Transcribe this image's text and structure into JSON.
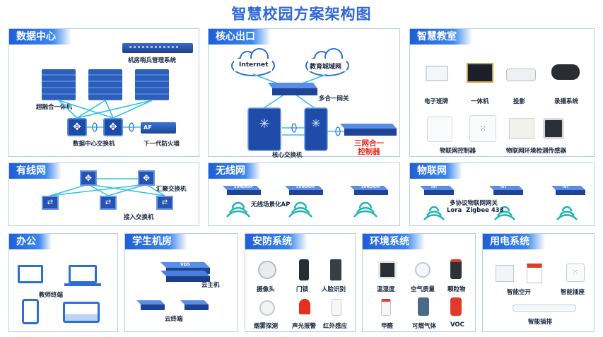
{
  "page_title": "智慧校园方案架构图",
  "data_center": {
    "tag": "数据中心",
    "sentinel": "机房哨兵管理系统",
    "hci": "超融合一体机",
    "switch": "数据中心交换机",
    "firewall": "下一代防火墙",
    "firewall_badge": "AF"
  },
  "core": {
    "tag": "核心出口",
    "internet": "Internet",
    "edu_net": "教育城域网",
    "gateway": "多合一网关",
    "core_switch": "核心交换机",
    "controller": "三网合一\n控制器"
  },
  "classroom": {
    "tag": "智慧教室",
    "items": [
      "电子班牌",
      "一体机",
      "投影",
      "录播系统"
    ],
    "iot_controller": "物联网控制器",
    "env_sensor": "物联网环境检测传感器"
  },
  "wired": {
    "tag": "有线网",
    "agg": "汇聚交换机",
    "access": "接入交换机"
  },
  "wireless": {
    "tag": "无线网",
    "ap": "无线场景化AP",
    "brand": "SUNDRAY"
  },
  "iot": {
    "tag": "物联网",
    "gateway": "多协议物联网网关",
    "protocols": "Lora  Zigbee 433",
    "badge": "IoT"
  },
  "office": {
    "tag": "办公",
    "terminal": "教师终端"
  },
  "lab": {
    "tag": "学生机房",
    "host": "云主机",
    "terminal": "云终端",
    "badge": "VDS"
  },
  "security": {
    "tag": "安防系统",
    "items": [
      "摄像头",
      "门锁",
      "人脸识别",
      "烟雾探测",
      "声光报警",
      "红外感应"
    ]
  },
  "environment": {
    "tag": "环境系统",
    "items": [
      "温湿度",
      "空气质量",
      "颗粒物",
      "甲醛",
      "可燃气体",
      "VOC"
    ]
  },
  "power": {
    "tag": "用电系统",
    "items": [
      "智能空开",
      "智能插座",
      "智能插排"
    ]
  },
  "colors": {
    "accent": "#1f5fd8",
    "link": "#29c4e6",
    "device_blue": "#2b6fd6",
    "alert_red": "#e8221a"
  }
}
